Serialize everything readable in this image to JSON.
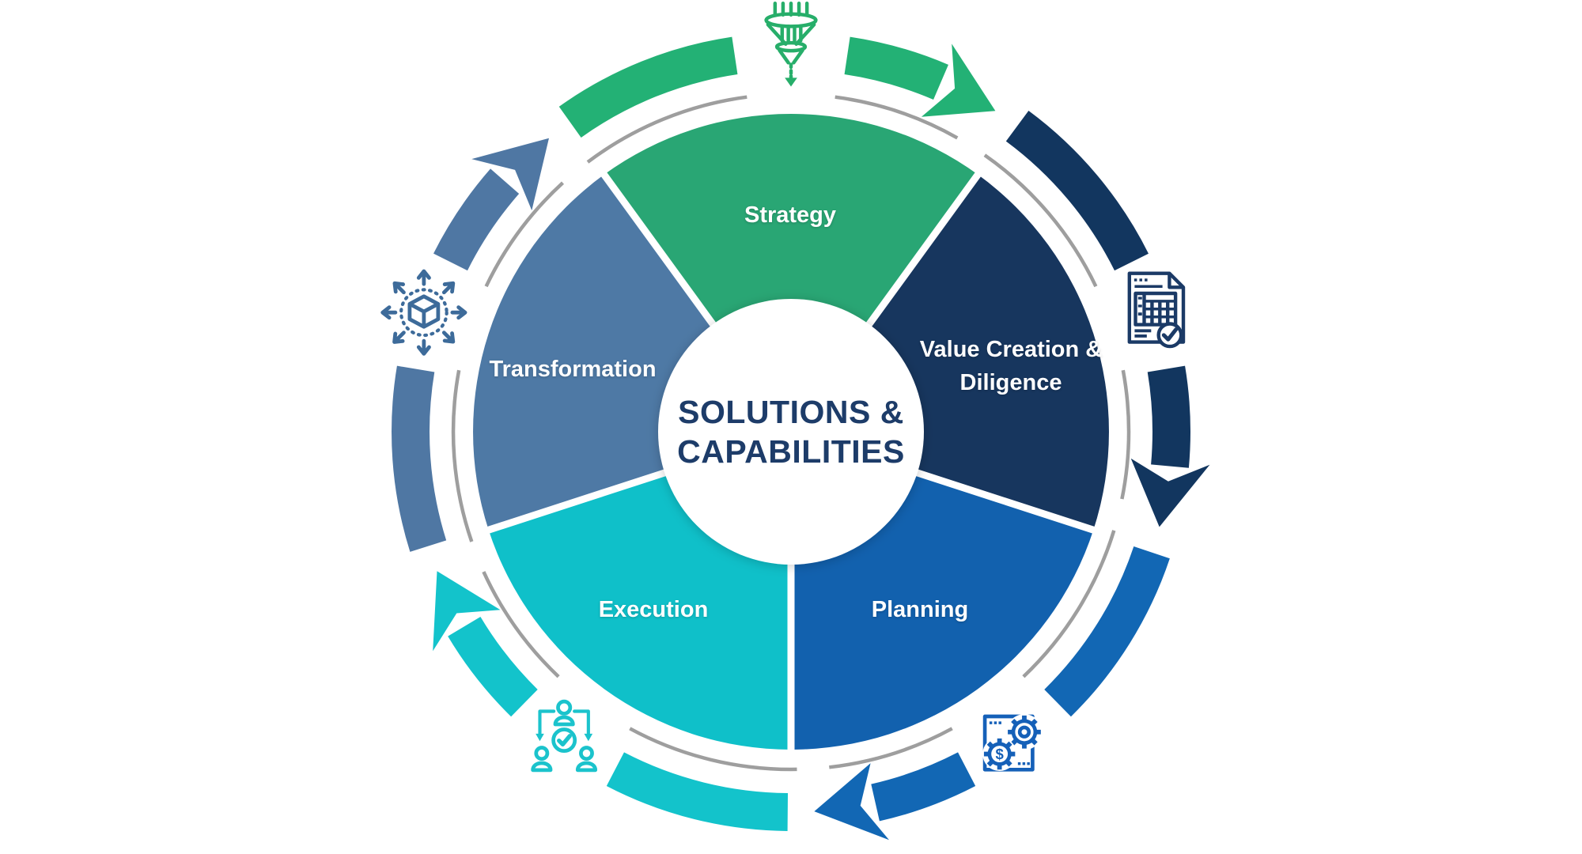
{
  "center": {
    "line1": "SOLUTIONS &",
    "line2": "CAPABILITIES",
    "text_color": "#1d3c69"
  },
  "segments": [
    {
      "id": "strategy",
      "label": "Strategy",
      "wedge_color": "#29a674",
      "arrow_color": "#23b175",
      "icon": "funnel-icon",
      "icon_color": "#27ae6a"
    },
    {
      "id": "value-creation-diligence",
      "label": "Value Creation & Diligence",
      "label_lines": [
        "Value Creation &",
        "Diligence"
      ],
      "wedge_color": "#17365e",
      "arrow_color": "#12365f",
      "icon": "spreadsheet-check-icon",
      "icon_color": "#1b3a66"
    },
    {
      "id": "planning",
      "label": "Planning",
      "wedge_color": "#1261ae",
      "arrow_color": "#1267b4",
      "icon": "gears-dollar-icon",
      "icon_color": "#1560b8"
    },
    {
      "id": "execution",
      "label": "Execution",
      "wedge_color": "#0fc0c9",
      "arrow_color": "#13c3cb",
      "icon": "team-check-icon",
      "icon_color": "#1bc3cc"
    },
    {
      "id": "transformation",
      "label": "Transformation",
      "wedge_color": "#4e79a5",
      "arrow_color": "#4f77a3",
      "icon": "cube-expand-icon",
      "icon_color": "#3d6b9a"
    }
  ],
  "ring": {
    "track_color": "#9e9e9e"
  },
  "label_color": "#ffffff",
  "background": "#ffffff"
}
